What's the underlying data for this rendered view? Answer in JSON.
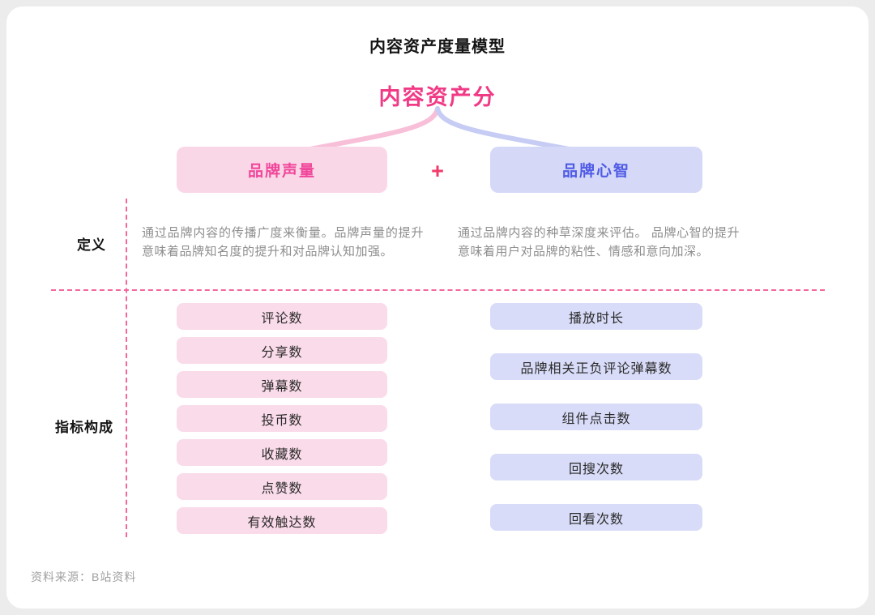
{
  "page": {
    "title": "内容资产度量模型",
    "root_label": "内容资产分",
    "plus": "+",
    "source": "资料来源：B站资料"
  },
  "row_labels": {
    "definition": "定义",
    "metrics": "指标构成"
  },
  "branches": {
    "left": {
      "label": "品牌声量",
      "definition": "通过品牌内容的传播广度来衡量。品牌声量的提升意味着品牌知名度的提升和对品牌认知加强。",
      "metrics": [
        "评论数",
        "分享数",
        "弹幕数",
        "投币数",
        "收藏数",
        "点赞数",
        "有效触达数"
      ]
    },
    "right": {
      "label": "品牌心智",
      "definition": "通过品牌内容的种草深度来评估。 品牌心智的提升意味着用户对品牌的粘性、情感和意向加深。",
      "metrics": [
        "播放时长",
        "品牌相关正负评论弹幕数",
        "组件点击数",
        "回搜次数",
        "回看次数"
      ]
    }
  },
  "colors": {
    "accent_pink": "#f03a86",
    "accent_purple": "#4f5be5",
    "box_pink": "#fadbe9",
    "box_purple": "#d8dcf8",
    "dashed_line": "#f4679c",
    "plus_sign": "#f23b6b",
    "curve_pink": "#f8c0d8",
    "curve_purple": "#c7ccf4"
  }
}
